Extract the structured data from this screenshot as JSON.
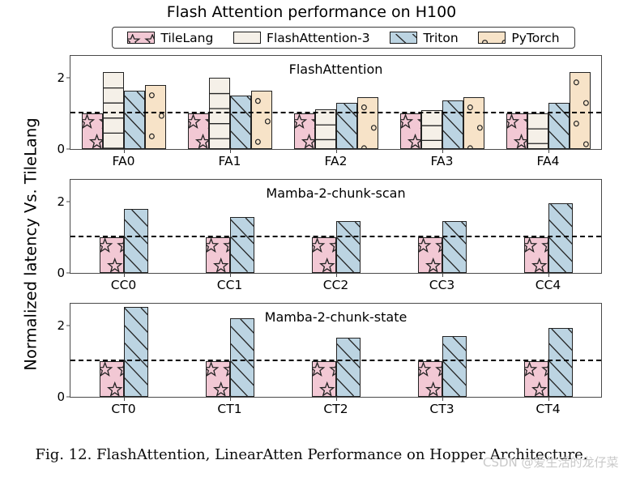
{
  "figure": {
    "title": "Flash Attention performance on H100",
    "ylabel": "Normalized latency Vs. TileLang",
    "caption": "Fig. 12.  FlashAttention, LinearAtten Performance on Hopper Architecture.",
    "watermark": "CSDN @爱生活的龙仔菜"
  },
  "legend": {
    "entries": [
      {
        "label": "TileLang",
        "color": "#f2c8d4",
        "marker": "star",
        "hatch": "none"
      },
      {
        "label": "FlashAttention-3",
        "color": "#f5f0e8",
        "marker": "none",
        "hatch": "horizontal"
      },
      {
        "label": "Triton",
        "color": "#bcd4e2",
        "marker": "none",
        "hatch": "diagonal"
      },
      {
        "label": "PyTorch",
        "color": "#f7e3c8",
        "marker": "circle",
        "hatch": "none"
      }
    ]
  },
  "chart_data": {
    "type": "bar",
    "title": "Flash Attention performance on H100",
    "xlabel": "",
    "ylabel": "Normalized latency Vs. TileLang",
    "ylim": [
      0,
      2.6
    ],
    "yticks": [
      0,
      2
    ],
    "ytick_labels": [
      "0",
      "2"
    ],
    "grid": false,
    "legend_position": "top",
    "reference_line": {
      "value": 1.0,
      "style": "dashed",
      "color": "#000000"
    },
    "subplots": [
      {
        "title": "FlashAttention",
        "categories": [
          "FA0",
          "FA1",
          "FA2",
          "FA3",
          "FA4"
        ],
        "series": [
          {
            "name": "TileLang",
            "values": [
              1.0,
              1.0,
              1.0,
              1.0,
              1.0
            ]
          },
          {
            "name": "FlashAttention-3",
            "values": [
              2.15,
              2.0,
              1.1,
              1.08,
              1.0
            ]
          },
          {
            "name": "Triton",
            "values": [
              1.62,
              1.5,
              1.28,
              1.35,
              1.3
            ]
          },
          {
            "name": "PyTorch",
            "values": [
              1.78,
              1.62,
              1.45,
              1.45,
              2.15
            ]
          }
        ]
      },
      {
        "title": "Mamba-2-chunk-scan",
        "categories": [
          "CC0",
          "CC1",
          "CC2",
          "CC3",
          "CC4"
        ],
        "series": [
          {
            "name": "TileLang",
            "values": [
              1.0,
              1.0,
              1.0,
              1.0,
              1.0
            ]
          },
          {
            "name": "Triton",
            "values": [
              1.78,
              1.55,
              1.45,
              1.44,
              1.95
            ]
          }
        ]
      },
      {
        "title": "Mamba-2-chunk-state",
        "categories": [
          "CT0",
          "CT1",
          "CT2",
          "CT3",
          "CT4"
        ],
        "series": [
          {
            "name": "TileLang",
            "values": [
              1.0,
              1.0,
              1.0,
              1.0,
              1.0
            ]
          },
          {
            "name": "Triton",
            "values": [
              2.5,
              2.2,
              1.65,
              1.7,
              1.92
            ]
          }
        ]
      }
    ]
  }
}
